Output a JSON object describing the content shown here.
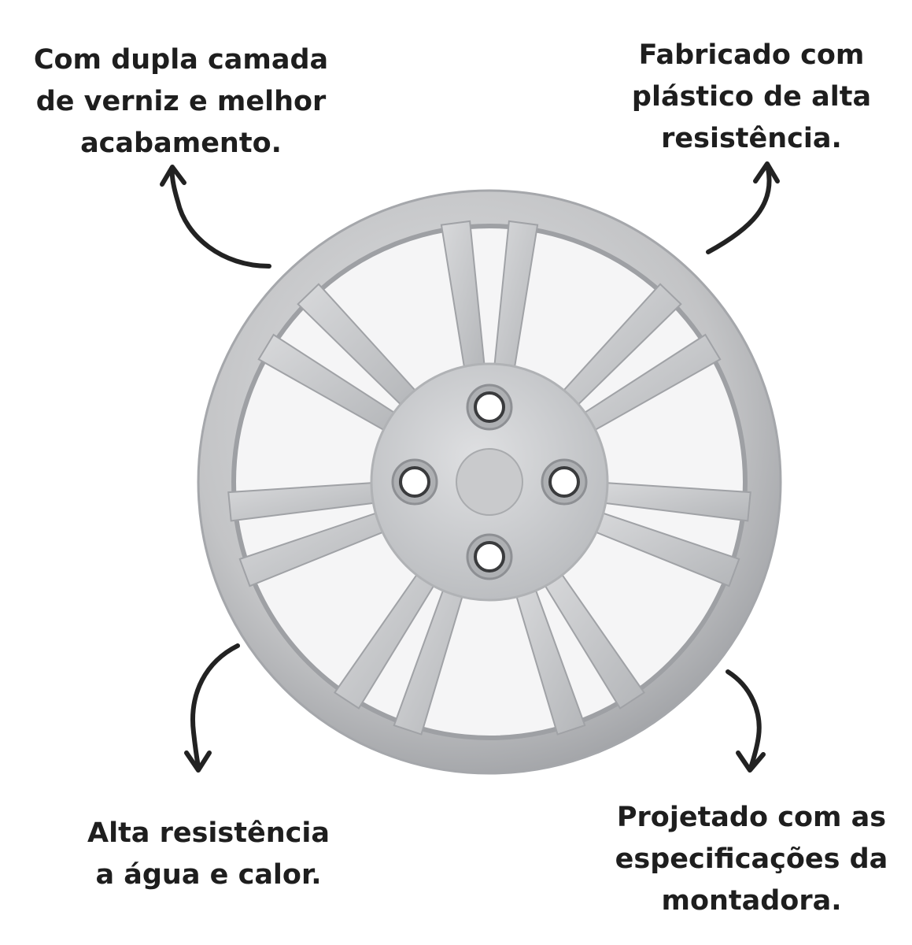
{
  "callouts": {
    "top_left": {
      "lines": [
        "Com dupla camada",
        "de verniz e melhor",
        "acabamento."
      ]
    },
    "top_right": {
      "lines": [
        "Fabricado com",
        "plástico de alta",
        "resistência."
      ]
    },
    "bottom_left": {
      "lines": [
        "Alta resistência",
        "a água e calor."
      ]
    },
    "bottom_right": {
      "lines": [
        "Projetado com as",
        "especificações da",
        "montadora."
      ]
    }
  },
  "colors": {
    "text": "#1e1e1e",
    "arrow": "#222222",
    "hubcap_silver": "#c4c5c7",
    "hubcap_shadow": "#8e9094",
    "background": "#ffffff"
  },
  "hubcap": {
    "spoke_pairs": 7,
    "lug_holes": 4
  }
}
